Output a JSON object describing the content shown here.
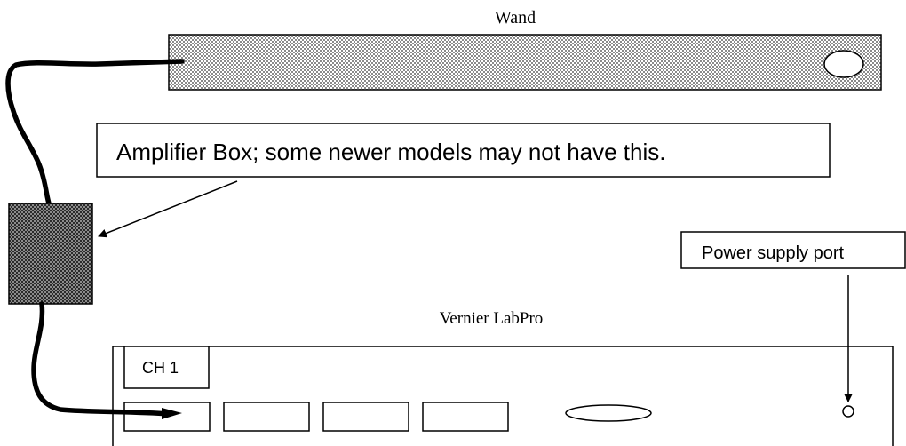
{
  "diagram": {
    "wand": {
      "label": "Wand"
    },
    "amplifier": {
      "callout": "Amplifier Box; some newer models may not have this."
    },
    "power_port": {
      "callout": "Power supply port"
    },
    "labpro": {
      "label": "Vernier LabPro",
      "channel_label": "CH 1"
    }
  }
}
